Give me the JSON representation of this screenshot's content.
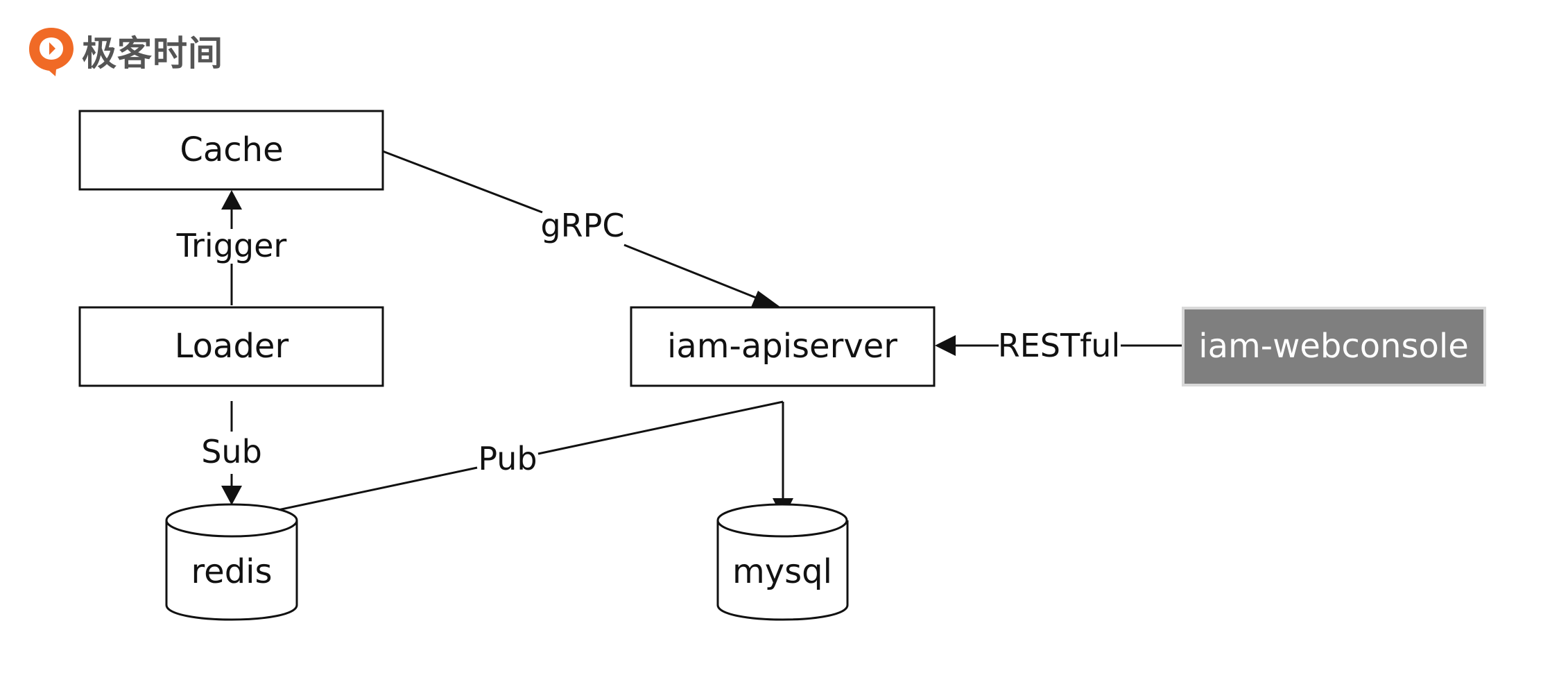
{
  "brand": {
    "name": "极客时间",
    "accent": "#f06a26"
  },
  "nodes": {
    "cache": "Cache",
    "loader": "Loader",
    "apiserver": "iam-apiserver",
    "webconsole": "iam-webconsole",
    "redis": "redis",
    "mysql": "mysql"
  },
  "edges": {
    "trigger": "Trigger",
    "grpc": "gRPC",
    "restful": "RESTful",
    "sub": "Sub",
    "pub": "Pub"
  },
  "colors": {
    "stroke": "#111111",
    "webconsole_fill": "#7f7f7f",
    "webconsole_border": "#d9d9d9"
  }
}
